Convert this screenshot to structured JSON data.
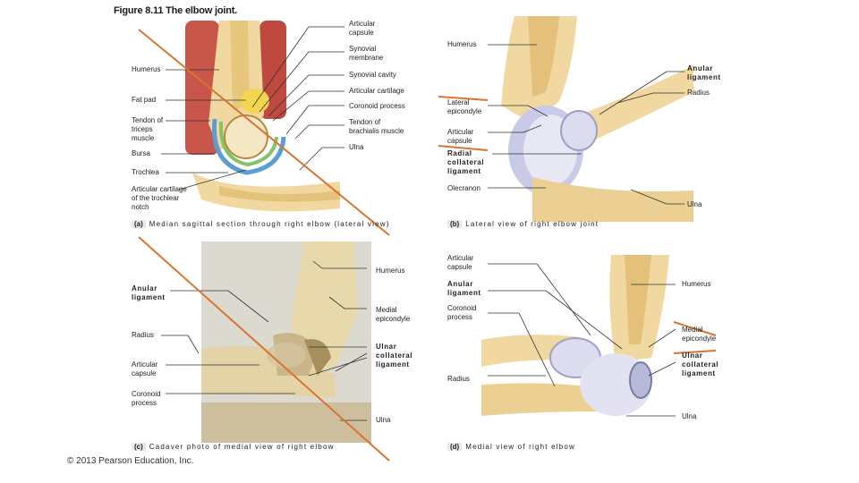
{
  "figure_title": "Figure 8.11  The elbow joint.",
  "copyright": "© 2013 Pearson Education, Inc.",
  "panel_a": {
    "caption_letter": "(a)",
    "caption": "Median sagittal section through right elbow (lateral view)",
    "labels": {
      "articular_capsule": "Articular\ncapsule",
      "synovial_membrane": "Synovial\nmembrane",
      "humerus": "Humerus",
      "synovial_cavity": "Synovial cavity",
      "articular_cartilage": "Articular cartilage",
      "fat_pad": "Fat pad",
      "coronoid_process": "Coronoid process",
      "tendon_triceps": "Tendon of\ntriceps\nmuscle",
      "tendon_brachialis": "Tendon of\nbrachialis muscle",
      "ulna": "Ulna",
      "bursa": "Bursa",
      "trochlea": "Trochlea",
      "articular_cartilage_trochlear": "Articular cartilage\nof the trochlear\nnotch"
    }
  },
  "panel_b": {
    "caption_letter": "(b)",
    "caption": "Lateral view of right elbow joint",
    "labels": {
      "humerus": "Humerus",
      "anular_ligament": "Anular\nligament",
      "radius": "Radius",
      "lateral_epicondyle": "Lateral\nepicondyle",
      "articular_capsule": "Articular\ncapsule",
      "radial_collateral_ligament": "Radial\ncollateral\nligament",
      "olecranon": "Olecranon",
      "ulna": "Ulna"
    }
  },
  "panel_c": {
    "caption_letter": "(c)",
    "caption": "Cadaver photo of medial view of right elbow",
    "labels": {
      "humerus": "Humerus",
      "anular_ligament": "Anular\nligament",
      "medial_epicondyle": "Medial\nepicondyle",
      "radius": "Radius",
      "ulnar_collateral_ligament": "Ulnar\ncollateral\nligament",
      "articular_capsule": "Articular\ncapsule",
      "coronoid_process": "Coronoid\nprocess",
      "ulna": "Ulna"
    }
  },
  "panel_d": {
    "caption_letter": "(d)",
    "caption": "Medial view of right elbow",
    "labels": {
      "articular_capsule": "Articular\ncapsule",
      "anular_ligament": "Anular\nligament",
      "humerus": "Humerus",
      "coronoid_process": "Coronoid\nprocess",
      "medial_epicondyle": "Medial\nepicondyle",
      "ulnar_collateral_ligament": "Ulnar\ncollateral\nligament",
      "radius": "Radius",
      "ulna": "Ulna"
    }
  },
  "colors": {
    "bone": "#f0d8a0",
    "bone_dark": "#d9b46a",
    "muscle": "#c8564a",
    "ligament": "#e6e6f0",
    "strike_line": "#d9742e"
  }
}
